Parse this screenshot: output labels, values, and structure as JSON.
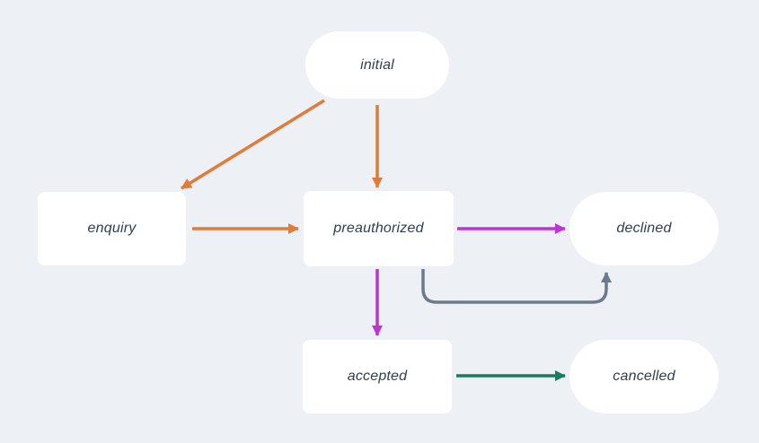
{
  "diagram": {
    "type": "state-machine-flowchart",
    "background_color": "#edf0f5",
    "node_fill": "#ffffff",
    "label_color": "#2f3f51",
    "colors": {
      "orange": "#e07b38",
      "magenta": "#bc35d3",
      "teal": "#1b7a5f",
      "gray": "#6c7b8b"
    },
    "nodes": [
      {
        "id": "initial",
        "label": "initial",
        "shape": "pill"
      },
      {
        "id": "enquiry",
        "label": "enquiry",
        "shape": "rectangle"
      },
      {
        "id": "preauthorized",
        "label": "preauthorized",
        "shape": "rectangle"
      },
      {
        "id": "declined",
        "label": "declined",
        "shape": "pill"
      },
      {
        "id": "accepted",
        "label": "accepted",
        "shape": "rectangle"
      },
      {
        "id": "cancelled",
        "label": "cancelled",
        "shape": "pill"
      }
    ],
    "edges": [
      {
        "from": "initial",
        "to": "enquiry",
        "color": "orange",
        "style": "straight"
      },
      {
        "from": "initial",
        "to": "preauthorized",
        "color": "orange",
        "style": "straight"
      },
      {
        "from": "enquiry",
        "to": "preauthorized",
        "color": "orange",
        "style": "straight"
      },
      {
        "from": "preauthorized",
        "to": "declined",
        "color": "magenta",
        "style": "straight"
      },
      {
        "from": "preauthorized",
        "to": "accepted",
        "color": "magenta",
        "style": "straight"
      },
      {
        "from": "preauthorized",
        "to": "declined",
        "color": "gray",
        "style": "loop-under"
      },
      {
        "from": "accepted",
        "to": "cancelled",
        "color": "teal",
        "style": "straight"
      }
    ]
  }
}
